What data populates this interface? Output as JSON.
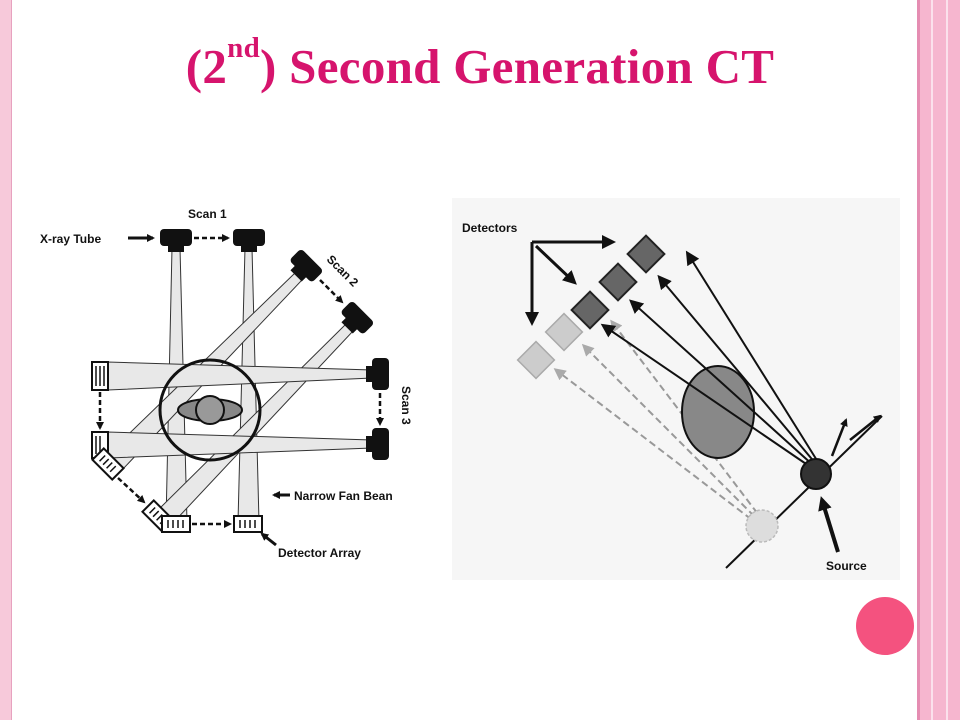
{
  "title": {
    "prefix": "(2",
    "superscript": "nd",
    "suffix": ") Second Generation CT"
  },
  "left_diagram": {
    "labels": {
      "xray_tube": "X-ray Tube",
      "scan1": "Scan 1",
      "scan2": "Scan 2",
      "scan3": "Scan 3",
      "narrow_fan_beam": "Narrow Fan Bean",
      "detector_array": "Detector Array"
    }
  },
  "right_diagram": {
    "labels": {
      "detectors": "Detectors",
      "source": "Source"
    }
  },
  "colors": {
    "title": "#d6146d",
    "accent_dot": "#f4527f",
    "stripe": "#f6b6cf"
  }
}
